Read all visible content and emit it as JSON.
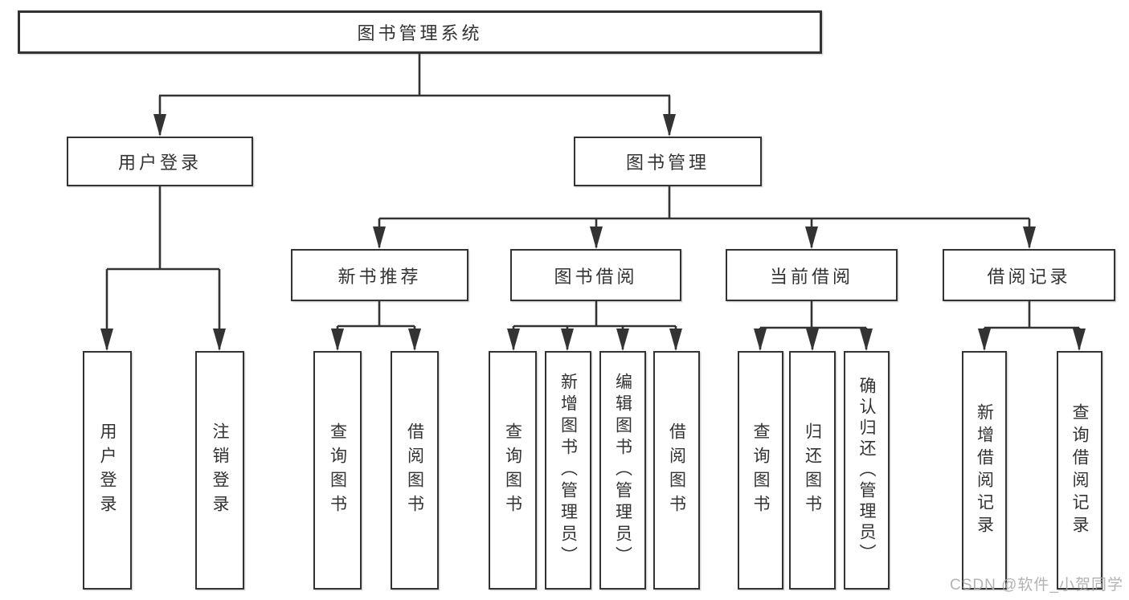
{
  "diagram": {
    "watermark": "CSDN @软件_小贺同学",
    "colors": {
      "line": "#333333",
      "background": "#ffffff",
      "watermark": "#a8a8a8"
    },
    "tree": {
      "root": {
        "label": "图书管理系统",
        "children": [
          {
            "label": "用户登录",
            "children": [
              {
                "label": "用户登录"
              },
              {
                "label": "注销登录"
              }
            ]
          },
          {
            "label": "图书管理",
            "children": [
              {
                "label": "新书推荐",
                "children": [
                  {
                    "label": "查询图书"
                  },
                  {
                    "label": "借阅图书"
                  }
                ]
              },
              {
                "label": "图书借阅",
                "children": [
                  {
                    "label": "查询图书"
                  },
                  {
                    "label": "新增图书（管理员）"
                  },
                  {
                    "label": "编辑图书（管理员）"
                  },
                  {
                    "label": "借阅图书"
                  }
                ]
              },
              {
                "label": "当前借阅",
                "children": [
                  {
                    "label": "查询图书"
                  },
                  {
                    "label": "归还图书"
                  },
                  {
                    "label": "确认归还（管理员）"
                  }
                ]
              },
              {
                "label": "借阅记录",
                "children": [
                  {
                    "label": "新增借阅记录"
                  },
                  {
                    "label": "查询借阅记录"
                  }
                ]
              }
            ]
          }
        ]
      }
    }
  }
}
